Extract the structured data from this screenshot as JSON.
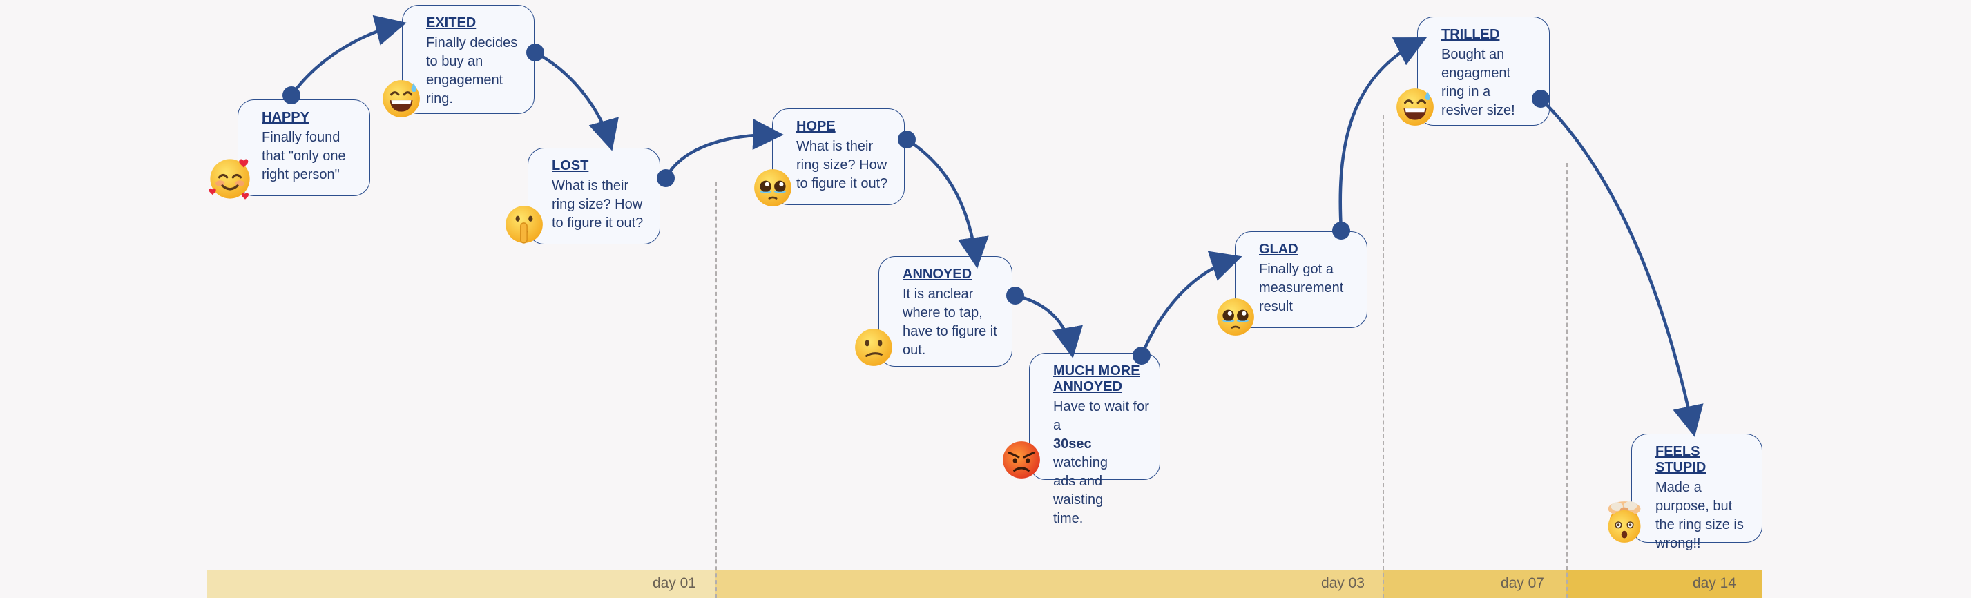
{
  "stages": [
    {
      "id": "happy",
      "title": "HAPPY",
      "body": [
        "Finally found",
        "that \"only one",
        "right person\""
      ],
      "emoji": "smiling-face-with-hearts-icon"
    },
    {
      "id": "exited",
      "title": "EXITED",
      "body": [
        "Finally decides",
        "to buy an",
        "engagement",
        "ring."
      ],
      "emoji": "grinning-sweat-icon"
    },
    {
      "id": "lost",
      "title": "LOST",
      "body": [
        "What is their",
        "ring size? How",
        "to figure it out?"
      ],
      "emoji": "shushing-face-icon"
    },
    {
      "id": "hope",
      "title": "HOPE",
      "body": [
        "What is their",
        "ring size? How",
        "to figure it out?"
      ],
      "emoji": "pleading-face-icon"
    },
    {
      "id": "annoyed",
      "title": "ANNOYED",
      "body": [
        "It is anclear",
        "where to tap,",
        "have to figure it",
        "out."
      ],
      "emoji": "confused-face-icon"
    },
    {
      "id": "much-more-annoyed",
      "title": "MUCH MORE\n ANNOYED",
      "body_parts": [
        "Have to wait for a",
        "30sec",
        " watching",
        "ads and waisting",
        "time."
      ],
      "emoji": "angry-face-icon"
    },
    {
      "id": "glad",
      "title": "GLAD",
      "body": [
        "Finally got  a",
        "measurement",
        "result"
      ],
      "emoji": "pleading-face-icon"
    },
    {
      "id": "trilled",
      "title": "TRILLED",
      "body": [
        "Bought an",
        "engagment",
        "ring in a",
        "resiver size!"
      ],
      "emoji": "grinning-sweat-icon"
    },
    {
      "id": "feels-stupid",
      "title": "FEELS STUPID",
      "body": [
        "Made a",
        "purpose, but",
        "the ring size is",
        "wrong!!"
      ],
      "emoji": "exploding-head-icon"
    }
  ],
  "timeline": {
    "days": [
      "day 01",
      "day 03",
      "day 07",
      "day 14"
    ],
    "colors": [
      "#f3e3b0",
      "#f0d588",
      "#ecca6a",
      "#e9bf4b"
    ]
  },
  "colors": {
    "arrow": "#2d4f8e",
    "card_border": "#2d4f8e",
    "card_fill": "#f6f8fd",
    "title": "#1e3a78",
    "text": "#253b6e"
  }
}
